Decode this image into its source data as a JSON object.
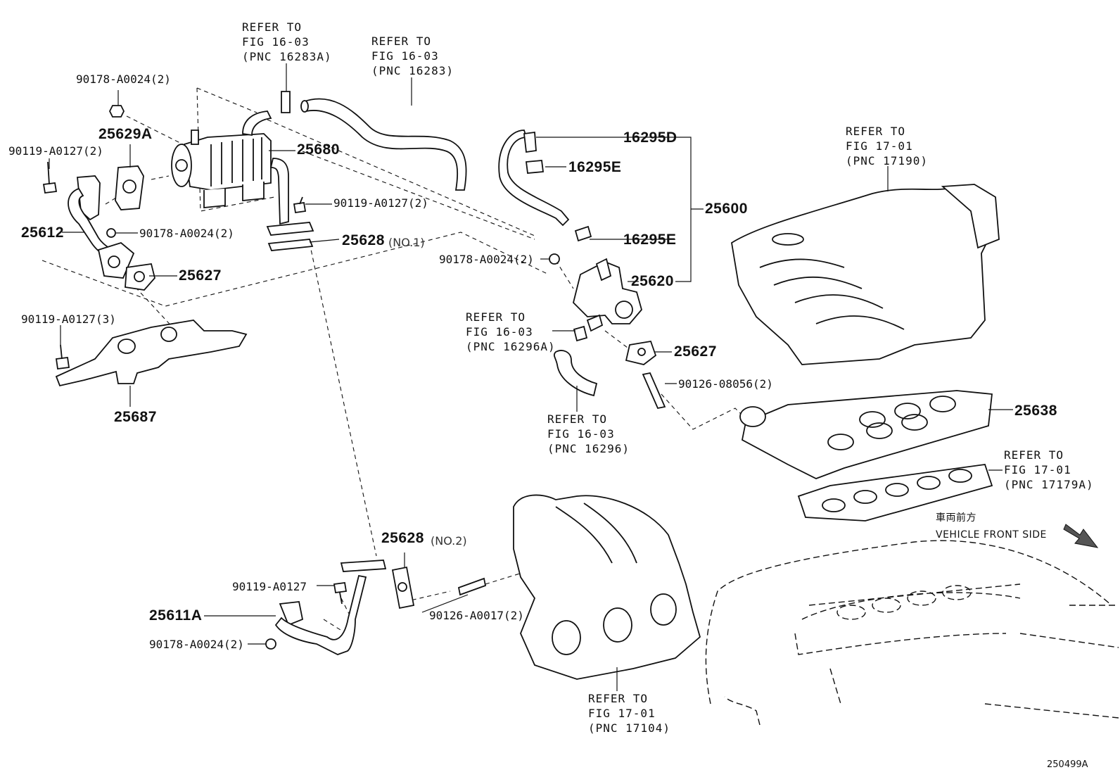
{
  "refs": {
    "fig1603_16283A": "REFER TO\nFIG 16-03\n(PNC 16283A)",
    "fig1603_16283": "REFER TO\nFIG 16-03\n(PNC 16283)",
    "fig1701_17190": "REFER TO\nFIG 17-01\n(PNC 17190)",
    "fig1603_16296A": "REFER TO\nFIG 16-03\n(PNC 16296A)",
    "fig1603_16296": "REFER TO\nFIG 16-03\n(PNC 16296)",
    "fig1701_17179A": "REFER TO\nFIG 17-01\n(PNC 17179A)",
    "fig1701_17104": "REFER TO\nFIG 17-01\n(PNC 17104)"
  },
  "parts": {
    "p90178_top": "90178-A0024(2)",
    "p25629A": "25629A",
    "p90119_2a": "90119-A0127(2)",
    "p25680": "25680",
    "p90119_2b": "90119-A0127(2)",
    "p25612": "25612",
    "p90178_mid": "90178-A0024(2)",
    "p25628_1": "25628",
    "no1": "(NO.1)",
    "p25627_left": "25627",
    "p90119_3": "90119-A0127(3)",
    "p25687": "25687",
    "p16295D": "16295D",
    "p16295E_a": "16295E",
    "p25600": "25600",
    "p16295E_b": "16295E",
    "p90178_right": "90178-A0024(2)",
    "p25620": "25620",
    "p25627_right": "25627",
    "p90126_08056": "90126-08056(2)",
    "p25638": "25638",
    "p25628_2": "25628",
    "no2": "(NO.2)",
    "p90119_single": "90119-A0127",
    "p25611A": "25611A",
    "p90126_A0017": "90126-A0017(2)",
    "p90178_bottom": "90178-A0024(2)"
  },
  "vehicle_front": {
    "jp": "車両前方",
    "en": "VEHICLE FRONT SIDE"
  },
  "diagram_id": "250499A"
}
